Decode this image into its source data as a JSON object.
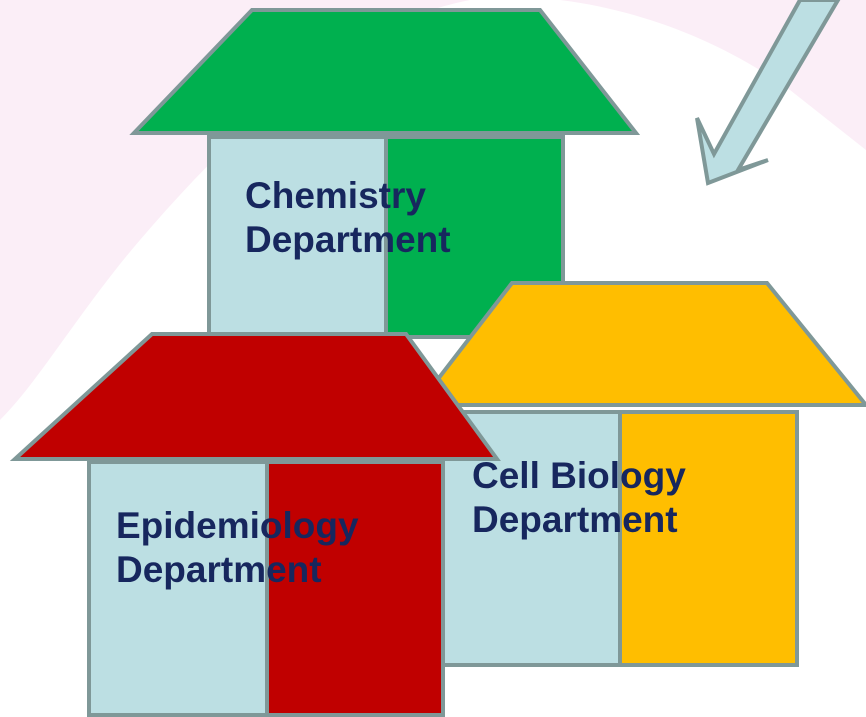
{
  "colors": {
    "background": "#ffffff",
    "decorative_swoosh": "#fbeef7",
    "wall_light": "#bcdfe3",
    "outline": "#7f9898",
    "arrow_fill": "#bcdfe3",
    "label_text": "#17275e",
    "chemistry_accent": "#00b04f",
    "cell_biology_accent": "#ffbe00",
    "epidemiology_accent": "#c00000"
  },
  "buildings": [
    {
      "id": "chemistry",
      "label_line1": "Chemistry",
      "label_line2": "Department",
      "accent_color": "#00b04f"
    },
    {
      "id": "cell-biology",
      "label_line1": "Cell Biology",
      "label_line2": "Department",
      "accent_color": "#ffbe00"
    },
    {
      "id": "epidemiology",
      "label_line1": "Epidemiology",
      "label_line2": "Department",
      "accent_color": "#c00000"
    }
  ],
  "icons": {
    "arrow": "diagonal-arrow-icon"
  }
}
